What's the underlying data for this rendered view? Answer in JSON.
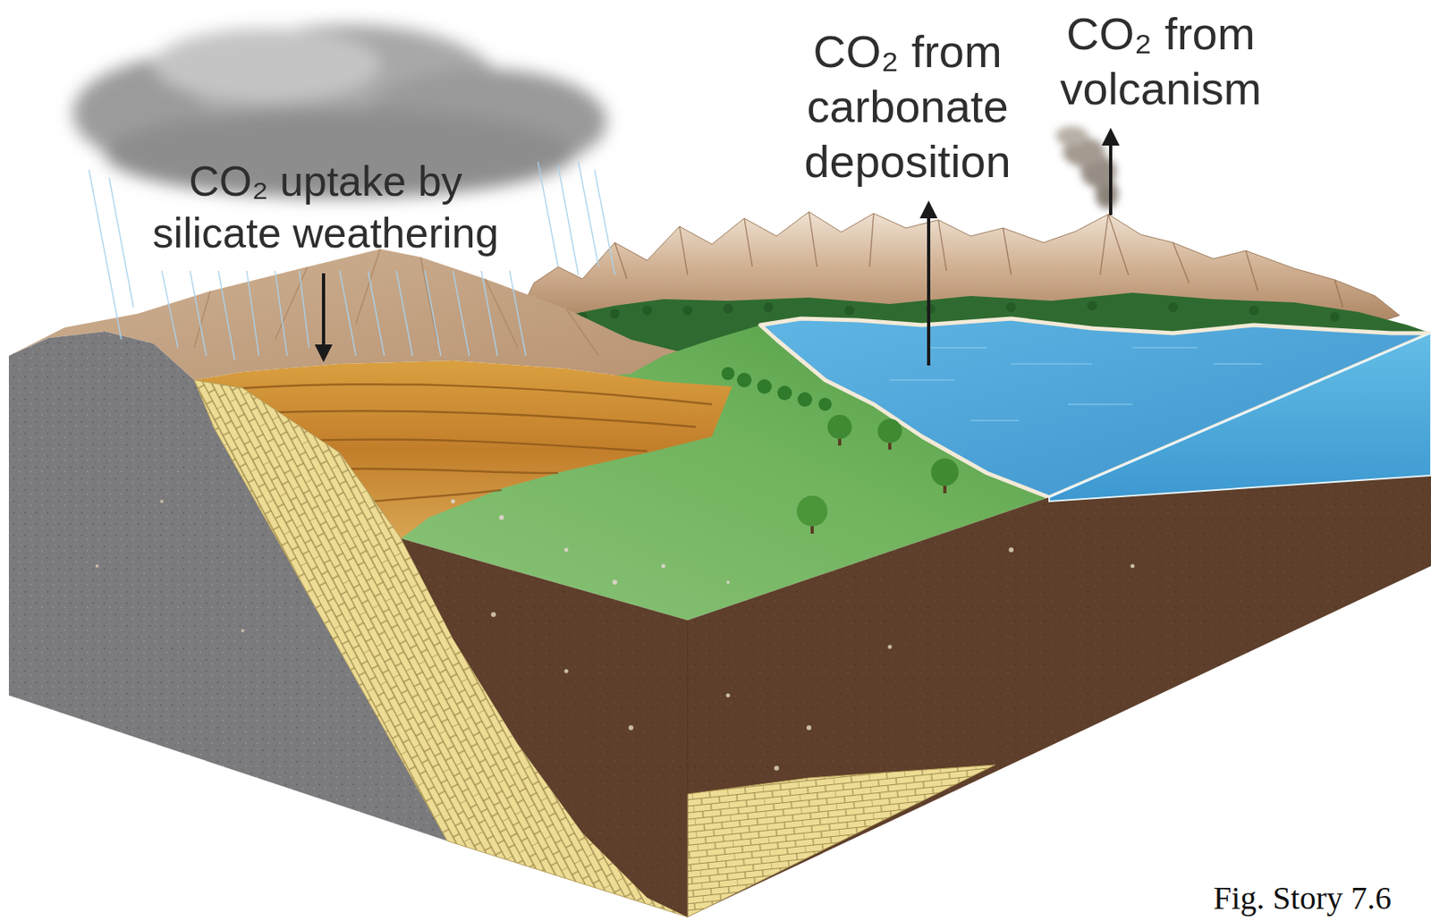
{
  "diagram": {
    "caption": "Fig. Story 7.6",
    "labels": [
      "CO₂ uptake by silicate weathering",
      "CO₂ from carbonate deposition",
      "CO₂ from volcanism"
    ]
  }
}
